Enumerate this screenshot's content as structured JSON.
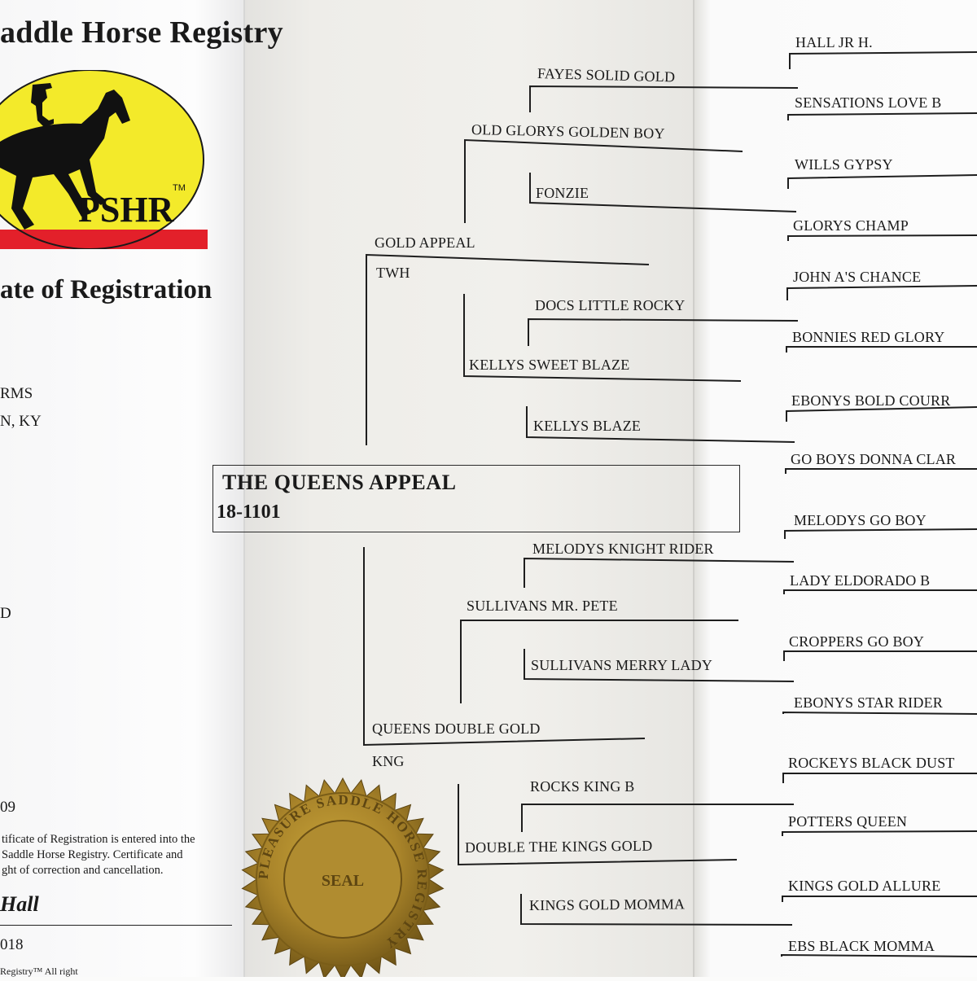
{
  "certificate": {
    "registry_title": "addle Horse Registry",
    "logo_text": "PSHR",
    "logo_tm": "TM",
    "cert_title": "ate of Registration",
    "owner_line1": "RMS",
    "owner_line2": "N, KY",
    "fragment_d": "D",
    "fragment_date": "09",
    "fine_print": [
      "tificate of Registration is entered into the",
      "Saddle Horse Registry.  Certificate and",
      "ght of correction and cancellation."
    ],
    "signature": "Hall",
    "bottom_year": "018",
    "footer": "Registry™  All right"
  },
  "subject": {
    "name": "THE QUEENS APPEAL",
    "reg_no": "18-1101"
  },
  "pedigree": {
    "sire": {
      "name": "GOLD APPEAL",
      "breed": "TWH"
    },
    "dam": {
      "name": "QUEENS DOUBLE GOLD",
      "breed": "KNG"
    },
    "grandparents": [
      "OLD GLORYS GOLDEN BOY",
      "KELLYS SWEET BLAZE",
      "SULLIVANS MR. PETE",
      "DOUBLE THE KINGS GOLD"
    ],
    "great_grandparents": [
      "FAYES SOLID GOLD",
      "FONZIE",
      "DOCS LITTLE ROCKY",
      "KELLYS BLAZE",
      "MELODYS KNIGHT RIDER",
      "SULLIVANS MERRY LADY",
      "ROCKS KING B",
      "KINGS GOLD MOMMA"
    ],
    "gg_grandparents": [
      "HALL JR H.",
      "SENSATIONS LOVE B",
      "WILLS GYPSY",
      "GLORYS CHAMP",
      "JOHN A'S CHANCE",
      "BONNIES RED GLORY",
      "EBONYS BOLD COURR",
      "GO BOYS DONNA CLAR",
      "MELODYS GO BOY",
      "LADY ELDORADO B",
      "CROPPERS GO BOY",
      "EBONYS STAR RIDER",
      "ROCKEYS BLACK DUST",
      "POTTERS QUEEN",
      "KINGS GOLD ALLURE",
      "EBS BLACK MOMMA"
    ]
  },
  "seal": {
    "ring_text": "PLEASURE SADDLE HORSE REGISTRY",
    "center_text": "SEAL"
  }
}
